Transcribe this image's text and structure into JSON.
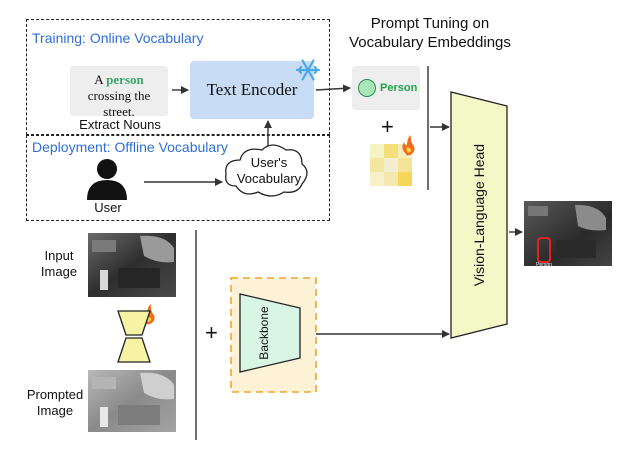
{
  "training": {
    "title": "Training: Online Vocabulary",
    "sentence_part1": "A ",
    "sentence_highlight": "person",
    "sentence_part2": "crossing the street.",
    "extract_label": "Extract Nouns",
    "encoder_label": "Text Encoder"
  },
  "deployment": {
    "title": "Deployment: Offline Vocabulary",
    "user_label": "User",
    "cloud_label_line1": "User's",
    "cloud_label_line2": "Vocabulary"
  },
  "prompt_tuning": {
    "title_line1": "Prompt Tuning on",
    "title_line2": "Vocabulary Embeddings",
    "person_label": "Person",
    "plus": "+"
  },
  "left": {
    "input_line1": "Input",
    "input_line2": "Image",
    "prompted_line1": "Prompted",
    "prompted_line2": "Image",
    "plus": "+"
  },
  "backbone_label": "Backbone",
  "head_label": "Vision-Language Head",
  "output_box_label": "Person",
  "colors": {
    "accent_blue": "#2f6fd6",
    "encoder_fill": "#c9dcf6",
    "person_green": "#3aa66b",
    "head_fill": "#f4f7c6",
    "backbone_fill": "#d9f6e4",
    "backbone_frame": "#f0a431",
    "fire": "#f26b1d"
  },
  "icons": [
    "snowflake-icon",
    "fire-icon",
    "user-icon",
    "cloud-icon"
  ]
}
